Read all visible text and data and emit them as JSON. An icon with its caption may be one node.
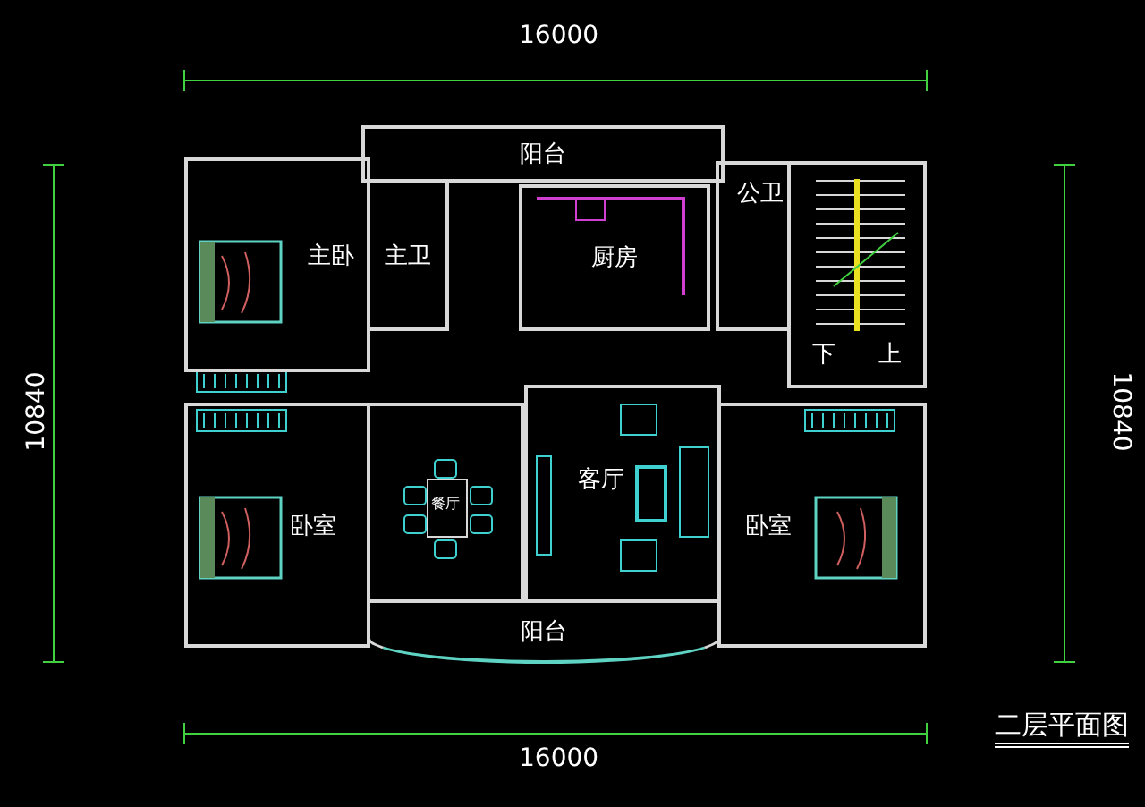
{
  "diagram": {
    "caption": "二层平面图",
    "nodes": [
      {
        "text": [
          "阳台"
        ]
      },
      {
        "text": [
          "主卧"
        ]
      },
      {
        "text": [
          "主卫"
        ]
      },
      {
        "text": [
          "厨房"
        ]
      },
      {
        "text": [
          "公卫"
        ]
      },
      {
        "text": [
          "下",
          "上"
        ]
      },
      {
        "text": [
          "卧室"
        ]
      },
      {
        "text": [
          "餐厅"
        ]
      },
      {
        "text": [
          "客厅"
        ]
      },
      {
        "text": [
          "卧室"
        ]
      },
      {
        "text": [
          "阳台"
        ]
      }
    ],
    "labels": [
      "16000",
      "10840",
      "10840",
      "16000"
    ]
  }
}
